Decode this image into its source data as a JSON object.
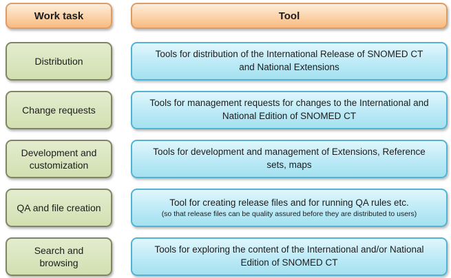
{
  "table": {
    "headers": {
      "work_task": "Work task",
      "tool": "Tool"
    },
    "rows": [
      {
        "task": "Distribution",
        "tool": "Tools for distribution of the International Release of SNOMED CT and National Extensions"
      },
      {
        "task": "Change requests",
        "tool": "Tools for management requests for changes to the International and National Edition of SNOMED CT"
      },
      {
        "task": "Development and customization",
        "tool": "Tools for development and management of Extensions, Reference sets, maps"
      },
      {
        "task": "QA and file creation",
        "tool": "Tool for creating release files and for running QA rules etc.",
        "tool_note": "(so that release files can be quality assured before they are distributed to users)"
      },
      {
        "task": "Search and browsing",
        "tool": "Tools for exploring the content of the International and/or National Edition of SNOMED CT"
      }
    ]
  },
  "colors": {
    "header_fill_top": "#fdeedd",
    "header_fill_bottom": "#f8ba80",
    "header_border": "#dd9c66",
    "task_fill_top": "#e3ecce",
    "task_fill_bottom": "#d2dfb0",
    "task_border": "#7f8464",
    "tool_fill_top": "#e1f6fc",
    "tool_fill_bottom": "#a5e1f0",
    "tool_border": "#4fb3d1",
    "text": "#1c1c1c"
  }
}
